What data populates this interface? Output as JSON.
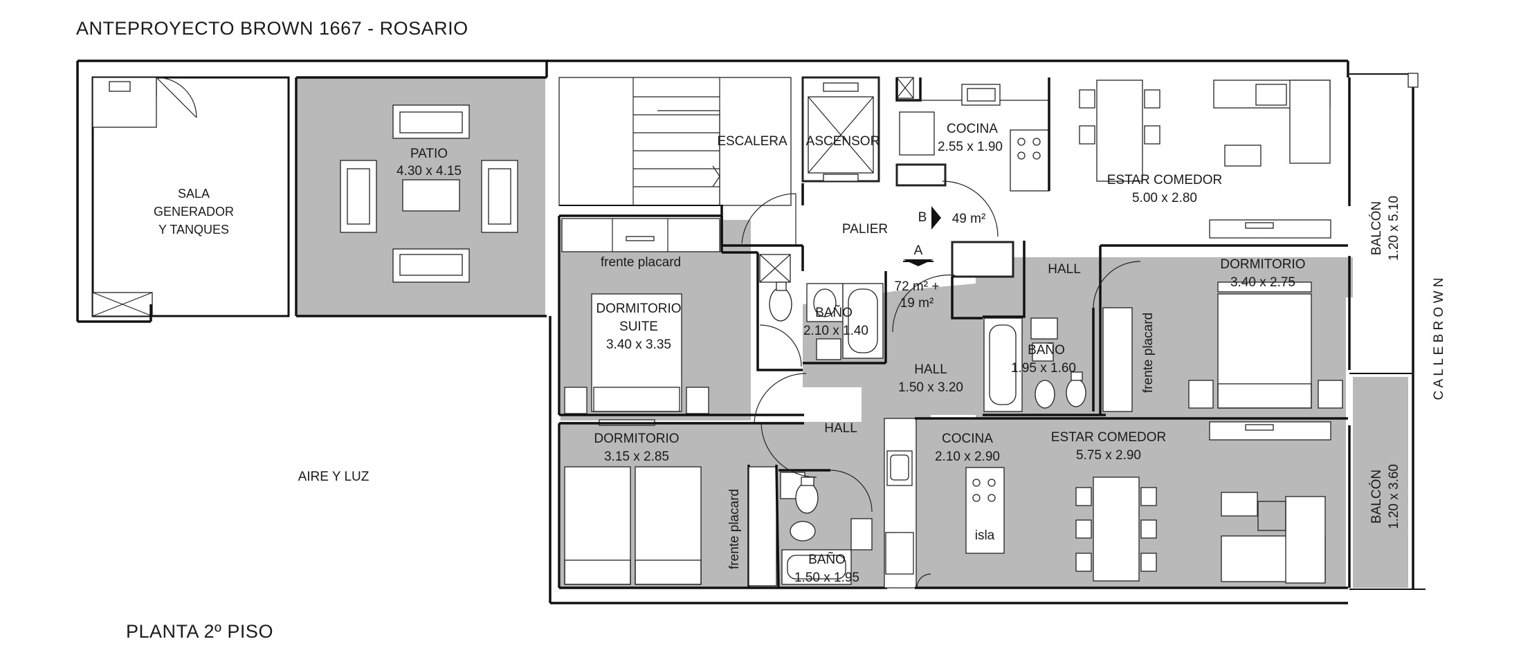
{
  "header": {
    "title": "ANTEPROYECTO  BROWN 1667 - ROSARIO"
  },
  "footer": {
    "floor_label": "PLANTA 2º PISO"
  },
  "street": {
    "name": "C A L L E   B R O W N"
  },
  "markers": {
    "a": "A",
    "b": "B"
  },
  "rooms": {
    "sala_l1": "SALA",
    "sala_l2": "GENERADOR",
    "sala_l3": "Y TANQUES",
    "patio_name": "PATIO",
    "patio_dims": "4.30 x 4.15",
    "escalera": "ESCALERA",
    "ascensor": "ASCENSOR",
    "cocina_b_name": "COCINA",
    "cocina_b_dims": "2.55 x 1.90",
    "estar_b_name": "ESTAR COMEDOR",
    "estar_b_dims": "5.00 x 2.80",
    "palier": "PALIER",
    "area_b": "49 m²",
    "area_a_l1": "72 m² +",
    "area_a_l2": "19 m²",
    "hall_b": "HALL",
    "dorm_b_name": "DORMITORIO",
    "dorm_b_dims": "3.40 x 2.75",
    "balcon_b_l1": "BALCÓN",
    "balcon_b_l2": "1.20 x 5.10",
    "frente_placard_top": "frente placard",
    "suite_l1": "DORMITORIO",
    "suite_l2": "SUITE",
    "suite_dims": "3.40 x 3.35",
    "bano_a_name": "BAÑO",
    "bano_a_dims": "2.10 x 1.40",
    "bano_b_name": "BAÑO",
    "bano_b_dims": "1.95 x 1.60",
    "frente_placard_b": "frente placard",
    "hall_a_main": "HALL",
    "hall_a_main_dims": "1.50 x 3.20",
    "dorm_a_name": "DORMITORIO",
    "dorm_a_dims": "3.15 x 2.85",
    "hall_a": "HALL",
    "cocina_a_name": "COCINA",
    "cocina_a_dims": "2.10 x 2.90",
    "estar_a_name": "ESTAR COMEDOR",
    "estar_a_dims": "5.75 x 2.90",
    "aire_luz": "AIRE Y LUZ",
    "frente_placard_a": "frente placard",
    "isla": "isla",
    "bano_c_name": "BAÑO",
    "bano_c_dims": "1.50 x 1.95",
    "balcon_a_l1": "BALCÓN",
    "balcon_a_l2": "1.20 x 3.60"
  }
}
